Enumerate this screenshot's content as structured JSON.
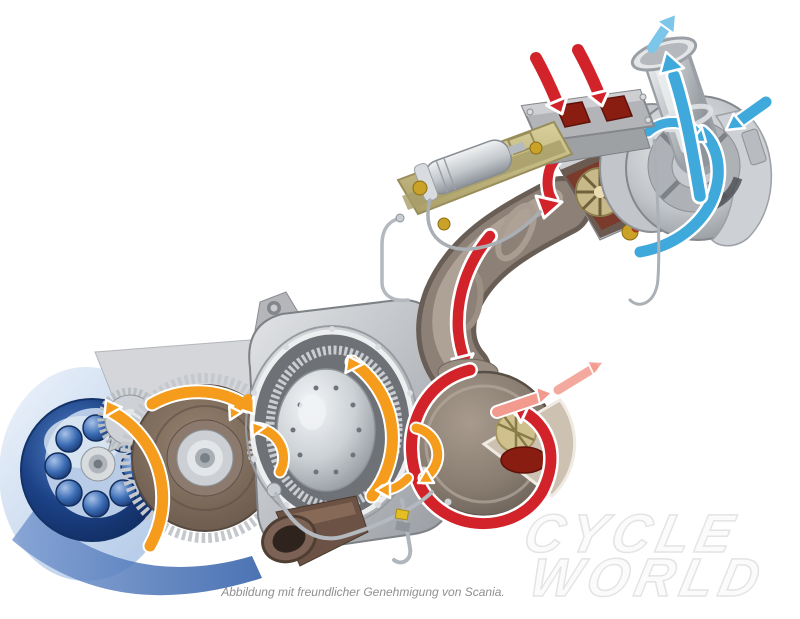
{
  "figure": {
    "caption": "Abbildung mit freundlicher Genehmigung von Scania.",
    "watermark": {
      "line1": "CYCLE",
      "line2": "WORLD"
    }
  },
  "colors": {
    "exhaust_red": "#d2232a",
    "exhaust_port": "#8a1d12",
    "exhaust_out": "#f29a8e",
    "intake_blue": "#3fa9dc",
    "intake_blue_light": "#7cc6e9",
    "mech_orange": "#f59c1d",
    "coupling_blue": "#1e4d99",
    "caption_gray": "#8f8f8f",
    "watermark_gray": "#e4e4e4"
  }
}
